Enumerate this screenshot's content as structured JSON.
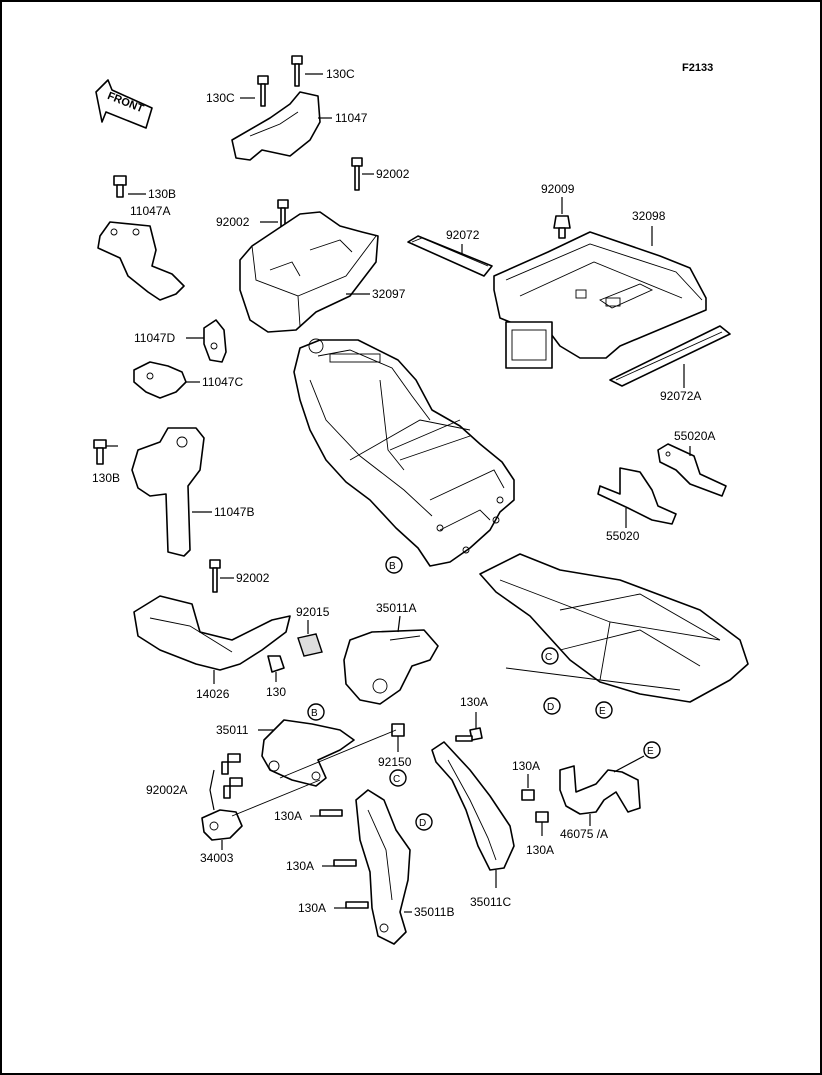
{
  "figure_code": "F2133",
  "front_arrow": "FRONT",
  "labels": {
    "l130c_top": "130C",
    "l130c_left": "130C",
    "l11047": "11047",
    "l92002_top": "92002",
    "l130b_top": "130B",
    "l11047a": "11047A",
    "l92002_box": "92002",
    "l32097": "32097",
    "l92009": "92009",
    "l32098": "32098",
    "l92072": "92072",
    "l92072a": "92072A",
    "l11047d": "11047D",
    "l11047c": "11047C",
    "l55020a": "55020A",
    "l55020": "55020",
    "l130b_mid": "130B",
    "l11047b": "11047B",
    "l92002_mid": "92002",
    "l92015": "92015",
    "l35011a": "35011A",
    "l14026": "14026",
    "l130": "130",
    "l35011": "35011",
    "l92150": "92150",
    "l130a_top": "130A",
    "l92002a": "92002A",
    "l130a_right": "130A",
    "l46075": "46075 /A",
    "l130a_right2": "130A",
    "l34003": "34003",
    "l130a_1": "130A",
    "l130a_2": "130A",
    "l130a_3": "130A",
    "l35011b": "35011B",
    "l35011c": "35011C"
  },
  "callouts": {
    "b_frame": "B",
    "b_bracket": "B",
    "c_sub": "C",
    "c_step": "C",
    "d_sub": "D",
    "d_step": "D",
    "e_sub": "E",
    "e_step": "E"
  }
}
